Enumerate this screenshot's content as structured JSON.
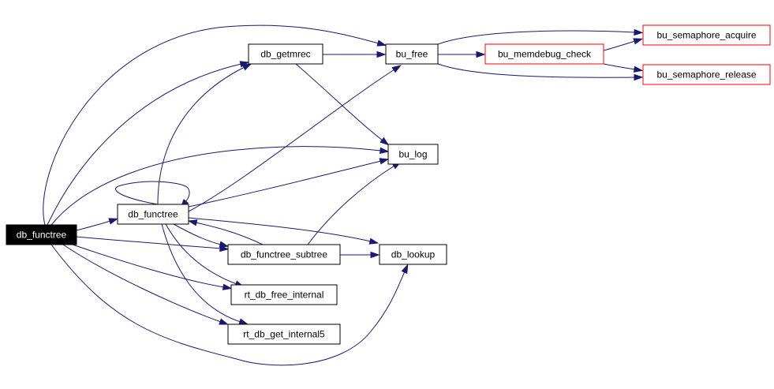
{
  "graph": {
    "colors": {
      "edge": "#191970",
      "root_fill": "#000000",
      "root_text": "#ffffff",
      "node_fill": "#ffffff",
      "node_text": "#000000",
      "node_border": "#000000",
      "truncated_border": "#ff0000"
    },
    "nodes": [
      {
        "id": "root",
        "label": "db_functree",
        "style": "root"
      },
      {
        "id": "db_getmrec",
        "label": "db_getmrec",
        "style": "normal"
      },
      {
        "id": "bu_free",
        "label": "bu_free",
        "style": "normal"
      },
      {
        "id": "bu_memdebug_check",
        "label": "bu_memdebug_check",
        "style": "truncated"
      },
      {
        "id": "bu_semaphore_acquire",
        "label": "bu_semaphore_acquire",
        "style": "truncated"
      },
      {
        "id": "bu_semaphore_release",
        "label": "bu_semaphore_release",
        "style": "truncated"
      },
      {
        "id": "bu_log",
        "label": "bu_log",
        "style": "normal"
      },
      {
        "id": "db_functree",
        "label": "db_functree",
        "style": "normal"
      },
      {
        "id": "db_functree_subtree",
        "label": "db_functree_subtree",
        "style": "normal"
      },
      {
        "id": "db_lookup",
        "label": "db_lookup",
        "style": "normal"
      },
      {
        "id": "rt_db_free_internal",
        "label": "rt_db_free_internal",
        "style": "normal"
      },
      {
        "id": "rt_db_get_internal5",
        "label": "rt_db_get_internal5",
        "style": "normal"
      }
    ],
    "edges": [
      {
        "from": "root",
        "to": "db_getmrec"
      },
      {
        "from": "root",
        "to": "bu_free"
      },
      {
        "from": "root",
        "to": "bu_log"
      },
      {
        "from": "root",
        "to": "db_functree"
      },
      {
        "from": "root",
        "to": "db_functree_subtree"
      },
      {
        "from": "root",
        "to": "rt_db_free_internal"
      },
      {
        "from": "root",
        "to": "rt_db_get_internal5"
      },
      {
        "from": "root",
        "to": "db_lookup"
      },
      {
        "from": "db_getmrec",
        "to": "bu_free"
      },
      {
        "from": "db_getmrec",
        "to": "bu_log"
      },
      {
        "from": "bu_free",
        "to": "bu_memdebug_check"
      },
      {
        "from": "bu_free",
        "to": "bu_semaphore_acquire"
      },
      {
        "from": "bu_free",
        "to": "bu_semaphore_release"
      },
      {
        "from": "bu_memdebug_check",
        "to": "bu_semaphore_acquire"
      },
      {
        "from": "bu_memdebug_check",
        "to": "bu_semaphore_release"
      },
      {
        "from": "db_functree",
        "to": "db_functree"
      },
      {
        "from": "db_functree",
        "to": "db_getmrec"
      },
      {
        "from": "db_functree",
        "to": "bu_free"
      },
      {
        "from": "db_functree",
        "to": "bu_log"
      },
      {
        "from": "db_functree",
        "to": "db_lookup"
      },
      {
        "from": "db_functree",
        "to": "db_functree_subtree"
      },
      {
        "from": "db_functree",
        "to": "rt_db_free_internal"
      },
      {
        "from": "db_functree",
        "to": "rt_db_get_internal5"
      },
      {
        "from": "db_functree_subtree",
        "to": "db_functree"
      },
      {
        "from": "db_functree_subtree",
        "to": "bu_log"
      },
      {
        "from": "db_functree_subtree",
        "to": "db_lookup"
      }
    ]
  }
}
